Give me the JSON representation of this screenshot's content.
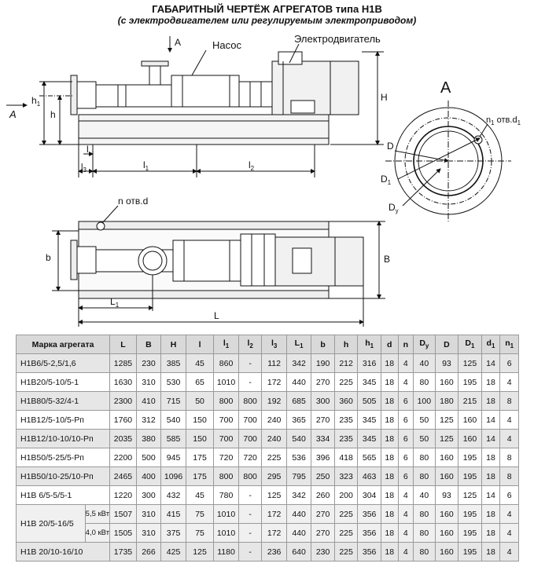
{
  "title": "ГАБАРИТНЫЙ ЧЕРТЁЖ АГРЕГАТОВ типа Н1В",
  "subtitle": "(с электродвигателем или регулируемым электроприводом)",
  "drawing": {
    "label_pump": "Насос",
    "label_motor": "Электродвигатель",
    "view_a": "А",
    "arrow_a": "А",
    "dim_H": "H",
    "dim_h1": "h",
    "dim_h1_sub": "1",
    "dim_h": "h",
    "dim_l": "l",
    "dim_l3": "l",
    "dim_l3_sub": "3",
    "dim_l1": "l",
    "dim_l1_sub": "1",
    "dim_l2": "l",
    "dim_l2_sub": "2",
    "holes_n": "n отв.d",
    "dim_b": "b",
    "dim_B": "B",
    "dim_L1": "L",
    "dim_L1_sub": "1",
    "dim_L": "L",
    "flange_holes": "n",
    "flange_holes_sub": "1",
    "flange_holes_tail": " отв.d",
    "flange_holes_tail_sub": "1",
    "dim_D": "D",
    "dim_D1": "D",
    "dim_D1_sub": "1",
    "dim_Dy": "D",
    "dim_Dy_sub": "y"
  },
  "table": {
    "headers": [
      {
        "t": "Марка агрегата",
        "s": ""
      },
      {
        "t": "L",
        "s": ""
      },
      {
        "t": "B",
        "s": ""
      },
      {
        "t": "H",
        "s": ""
      },
      {
        "t": "l",
        "s": ""
      },
      {
        "t": "l",
        "s": "1"
      },
      {
        "t": "l",
        "s": "2"
      },
      {
        "t": "l",
        "s": "3"
      },
      {
        "t": "L",
        "s": "1"
      },
      {
        "t": "b",
        "s": ""
      },
      {
        "t": "h",
        "s": ""
      },
      {
        "t": "h",
        "s": "1"
      },
      {
        "t": "d",
        "s": ""
      },
      {
        "t": "n",
        "s": ""
      },
      {
        "t": "D",
        "s": "y"
      },
      {
        "t": "D",
        "s": ""
      },
      {
        "t": "D",
        "s": "1"
      },
      {
        "t": "d",
        "s": "1"
      },
      {
        "t": "n",
        "s": "1"
      }
    ],
    "rows": [
      {
        "model": "Н1В6/5-2,5/1,6",
        "vals": [
          "1285",
          "230",
          "385",
          "45",
          "860",
          "-",
          "112",
          "342",
          "190",
          "212",
          "316",
          "18",
          "4",
          "40",
          "93",
          "125",
          "14",
          "6"
        ]
      },
      {
        "model": "Н1В20/5-10/5-1",
        "vals": [
          "1630",
          "310",
          "530",
          "65",
          "1010",
          "-",
          "172",
          "440",
          "270",
          "225",
          "345",
          "18",
          "4",
          "80",
          "160",
          "195",
          "18",
          "4"
        ]
      },
      {
        "model": "Н1В80/5-32/4-1",
        "vals": [
          "2300",
          "410",
          "715",
          "50",
          "800",
          "800",
          "192",
          "685",
          "300",
          "360",
          "505",
          "18",
          "6",
          "100",
          "180",
          "215",
          "18",
          "8"
        ]
      },
      {
        "model": "Н1В12/5-10/5-Рп",
        "vals": [
          "1760",
          "312",
          "540",
          "150",
          "700",
          "700",
          "240",
          "365",
          "270",
          "235",
          "345",
          "18",
          "6",
          "50",
          "125",
          "160",
          "14",
          "4"
        ]
      },
      {
        "model": "Н1В12/10-10/10-Рп",
        "vals": [
          "2035",
          "380",
          "585",
          "150",
          "700",
          "700",
          "240",
          "540",
          "334",
          "235",
          "345",
          "18",
          "6",
          "50",
          "125",
          "160",
          "14",
          "4"
        ]
      },
      {
        "model": "Н1В50/5-25/5-Рп",
        "vals": [
          "2200",
          "500",
          "945",
          "175",
          "720",
          "720",
          "225",
          "536",
          "396",
          "418",
          "565",
          "18",
          "6",
          "80",
          "160",
          "195",
          "18",
          "8"
        ]
      },
      {
        "model": "Н1В50/10-25/10-Рп",
        "vals": [
          "2465",
          "400",
          "1096",
          "175",
          "800",
          "800",
          "295",
          "795",
          "250",
          "323",
          "463",
          "18",
          "6",
          "80",
          "160",
          "195",
          "18",
          "8"
        ]
      },
      {
        "model": "Н1В 6/5-5/5-1",
        "vals": [
          "1220",
          "300",
          "432",
          "45",
          "780",
          "-",
          "125",
          "342",
          "260",
          "200",
          "304",
          "18",
          "4",
          "40",
          "93",
          "125",
          "14",
          "6"
        ]
      },
      {
        "vals": [
          "1507",
          "310",
          "415",
          "75",
          "1010",
          "-",
          "172",
          "440",
          "270",
          "225",
          "356",
          "18",
          "4",
          "80",
          "160",
          "195",
          "18",
          "4"
        ]
      },
      {
        "vals": [
          "1505",
          "310",
          "375",
          "75",
          "1010",
          "-",
          "172",
          "440",
          "270",
          "225",
          "356",
          "18",
          "4",
          "80",
          "160",
          "195",
          "18",
          "4"
        ]
      },
      {
        "model": "Н1В 20/10-16/10",
        "vals": [
          "1735",
          "266",
          "425",
          "125",
          "1180",
          "-",
          "236",
          "640",
          "230",
          "225",
          "356",
          "18",
          "4",
          "80",
          "160",
          "195",
          "18",
          "4"
        ]
      }
    ],
    "merged_model": "Н1В 20/5-16/5",
    "power_1": "5,5 кВт",
    "power_2": "4,0 кВт"
  }
}
